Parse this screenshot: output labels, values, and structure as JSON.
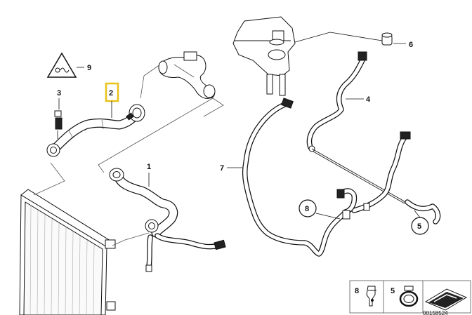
{
  "callouts": {
    "c1": "1",
    "c2": "2",
    "c3": "3",
    "c4": "4",
    "c5": "5",
    "c6": "6",
    "c7": "7",
    "c8": "8",
    "c9": "9"
  },
  "legend": {
    "item8": "8",
    "item5": "5"
  },
  "diagram_id": "00158524",
  "colors": {
    "highlight": "#e8c21a",
    "ink": "#111111"
  },
  "icons": [
    "hot-coolant-warning-icon",
    "hose-clip-icon",
    "hose-clamp-icon",
    "notice-icon"
  ]
}
